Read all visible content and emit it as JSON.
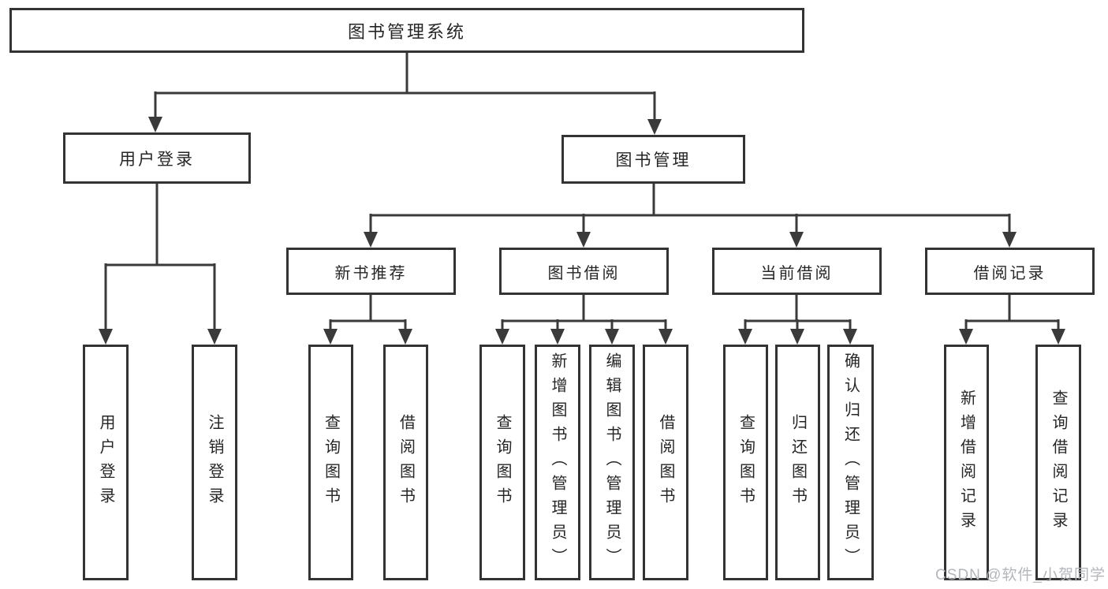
{
  "tree": {
    "root": {
      "label": "图书管理系统"
    },
    "branches": [
      {
        "label": "用户登录",
        "children": [
          {
            "label": "用户登录"
          },
          {
            "label": "注销登录"
          }
        ]
      },
      {
        "label": "图书管理",
        "children": [
          {
            "label": "新书推荐",
            "children": [
              {
                "label": "查询图书"
              },
              {
                "label": "借阅图书"
              }
            ]
          },
          {
            "label": "图书借阅",
            "children": [
              {
                "label": "查询图书"
              },
              {
                "label": "新增图书（管理员）"
              },
              {
                "label": "编辑图书（管理员）"
              },
              {
                "label": "借阅图书"
              }
            ]
          },
          {
            "label": "当前借阅",
            "children": [
              {
                "label": "查询图书"
              },
              {
                "label": "归还图书"
              },
              {
                "label": "确认归还（管理员）"
              }
            ]
          },
          {
            "label": "借阅记录",
            "children": [
              {
                "label": "新增借阅记录"
              },
              {
                "label": "查询借阅记录"
              }
            ]
          }
        ]
      }
    ]
  },
  "watermark": {
    "text": "CSDN @软件_小贺同学"
  },
  "colors": {
    "line": "#3a3a3a",
    "border": "#333333",
    "text": "#262626",
    "watermark": "#b3b6bb",
    "bg": "#ffffff"
  }
}
